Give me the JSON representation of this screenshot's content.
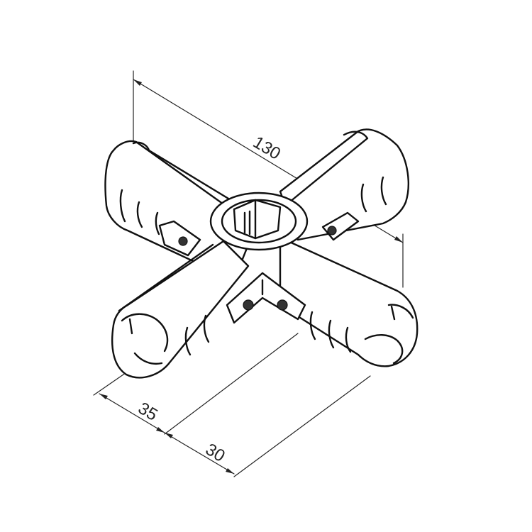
{
  "dimensions": {
    "top": "130",
    "bottom_left": "35",
    "bottom_right": "30"
  },
  "colors": {
    "line": "#111111",
    "background": "#ffffff"
  }
}
